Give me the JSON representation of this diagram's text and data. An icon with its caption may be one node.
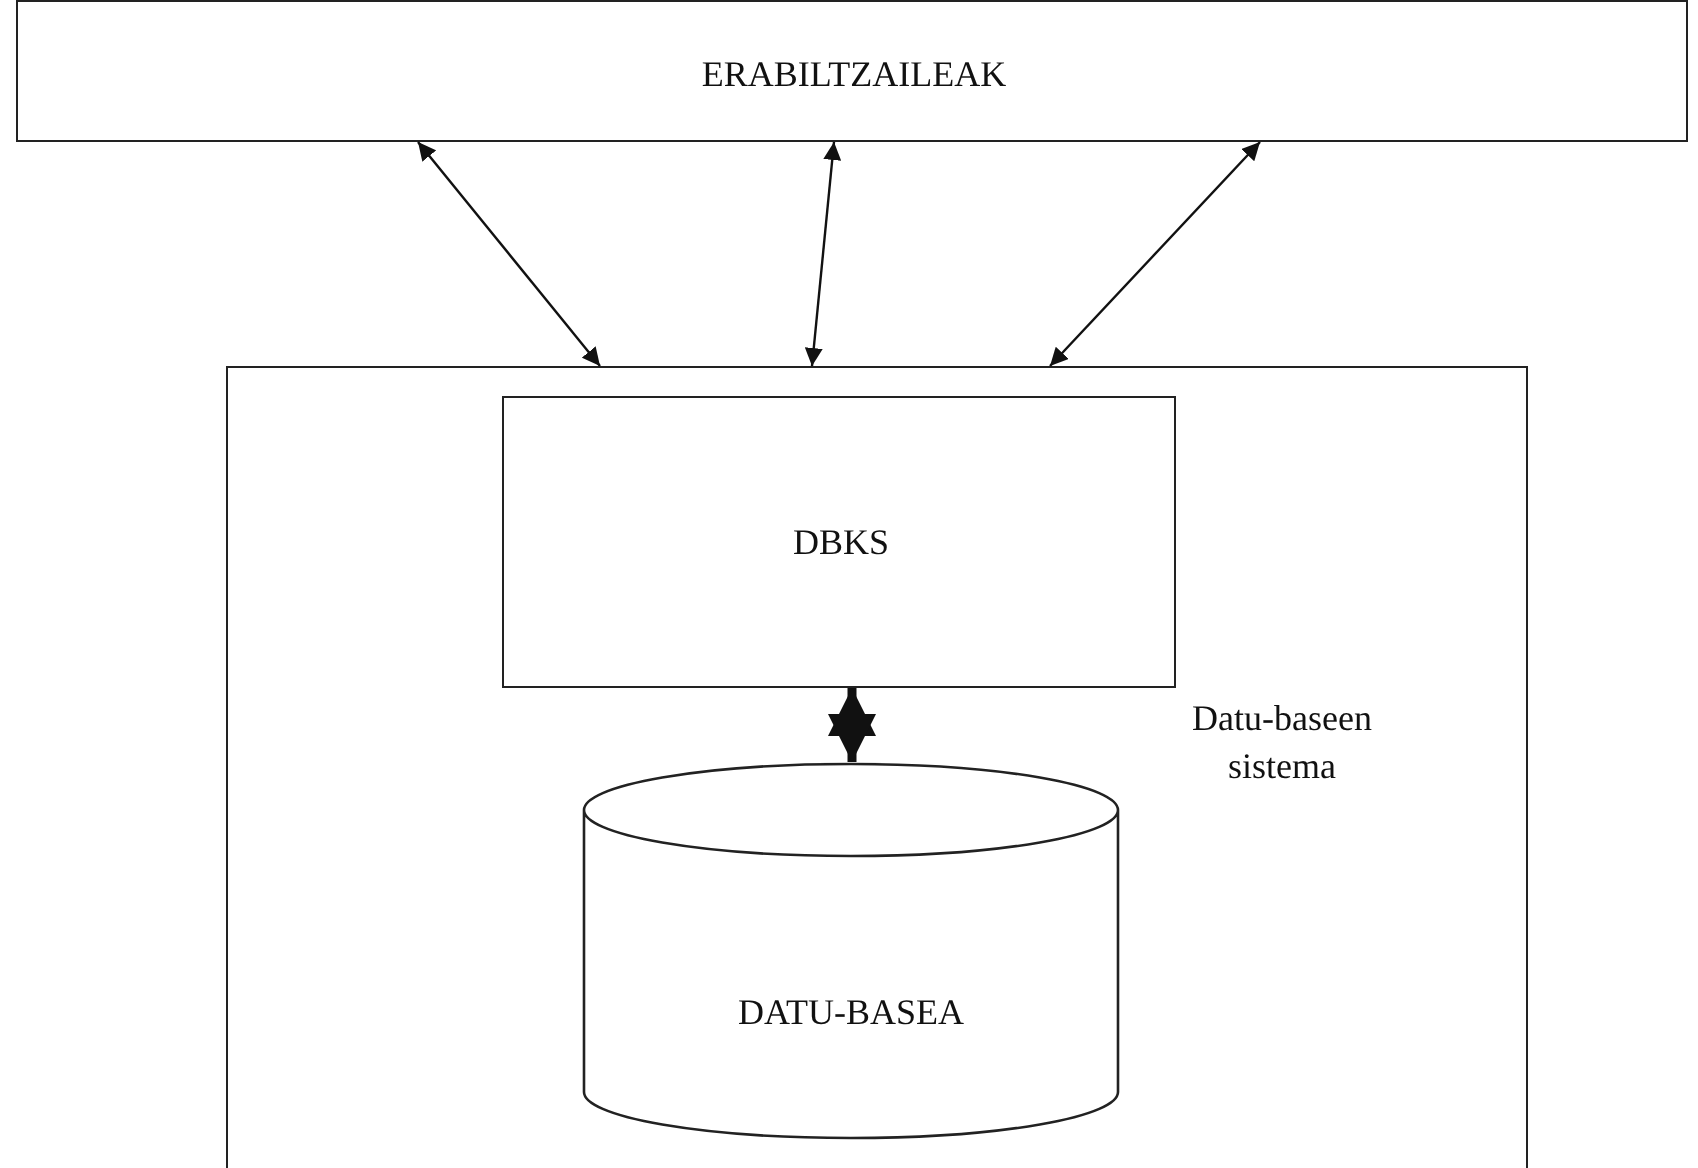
{
  "diagram": {
    "nodes": [
      {
        "text": [
          "ERABILTZAILEAK"
        ]
      },
      {
        "text": [
          "Datu-baseen sistema"
        ]
      },
      {
        "text": [
          "DBKS"
        ],
        "in": 1
      },
      {
        "text": [
          "DATU-BASEA"
        ],
        "in": 1
      }
    ],
    "edges": [
      {
        "from": 0,
        "to": 1,
        "arrow": "both"
      },
      {
        "from": 0,
        "to": 1,
        "arrow": "both"
      },
      {
        "from": 0,
        "to": 1,
        "arrow": "both"
      },
      {
        "from": 2,
        "to": 3,
        "arrow": "both",
        "style": "thick"
      }
    ]
  }
}
